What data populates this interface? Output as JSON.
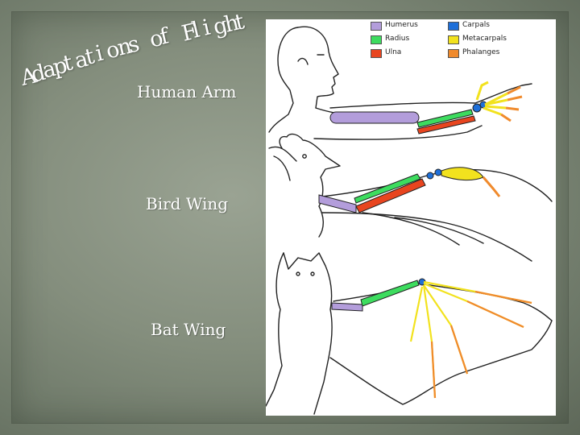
{
  "title": {
    "words": [
      "Adaptations",
      "of",
      "Flight"
    ]
  },
  "labels": {
    "human": "Human Arm",
    "bird": "Bird Wing",
    "bat": "Bat Wing"
  },
  "legend": [
    {
      "text": "Humerus",
      "color": "#b39ddb"
    },
    {
      "text": "Carpals",
      "color": "#1e6fd9"
    },
    {
      "text": "Radius",
      "color": "#3ddc5f"
    },
    {
      "text": "Metacarpals",
      "color": "#f2e21e"
    },
    {
      "text": "Ulna",
      "color": "#e8451f"
    },
    {
      "text": "Phalanges",
      "color": "#f08a2c"
    }
  ],
  "colors": {
    "humerus": "#b39ddb",
    "radius": "#3ddc5f",
    "ulna": "#e8451f",
    "carpals": "#1e6fd9",
    "metacarpals": "#f2e21e",
    "phalanges": "#f08a2c"
  }
}
